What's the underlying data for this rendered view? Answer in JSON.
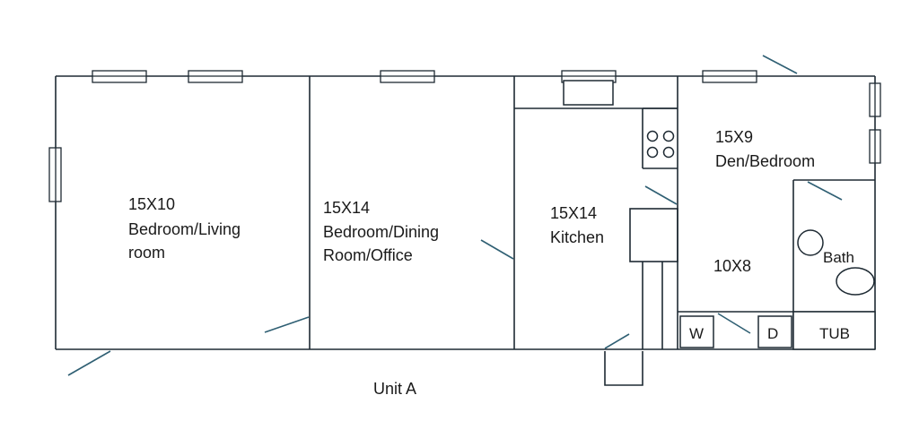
{
  "colors": {
    "wall": "#1e2a33",
    "door_swing": "#2f5f73",
    "background": "#ffffff"
  },
  "plan": {
    "caption": "Unit A",
    "rooms": [
      {
        "id": "bedroom-living",
        "size": "15X10",
        "name_lines": [
          "Bedroom/Living",
          "room"
        ]
      },
      {
        "id": "bedroom-dining-office",
        "size": "15X14",
        "name_lines": [
          "Bedroom/Dining",
          "Room/Office"
        ]
      },
      {
        "id": "kitchen",
        "size": "15X14",
        "name_lines": [
          "Kitchen"
        ]
      },
      {
        "id": "den-bedroom",
        "size": "15X9",
        "name_lines": [
          "Den/Bedroom"
        ]
      },
      {
        "id": "hall",
        "size": "10X8",
        "name_lines": []
      }
    ],
    "fixtures": {
      "bath": "Bath",
      "tub": "TUB",
      "washer": "W",
      "dryer": "D"
    }
  }
}
